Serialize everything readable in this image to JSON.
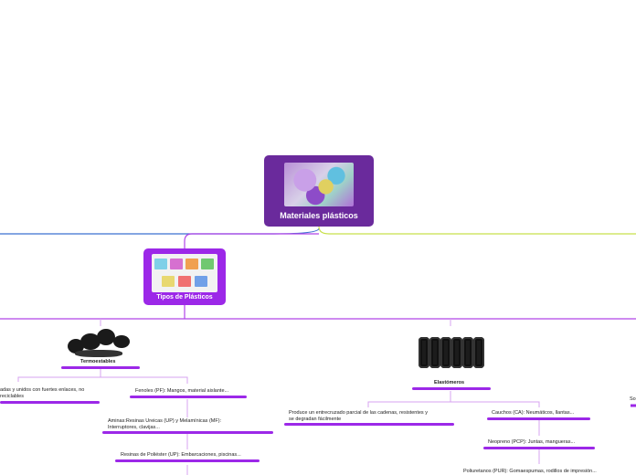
{
  "root": {
    "title": "Materiales plásticos"
  },
  "subtopic": {
    "title": "Tipos de Plásticos"
  },
  "termoestables": {
    "title": "Termoestables",
    "nodes": [
      "adas y unidos con fuertes enlaces, no",
      "reciclables",
      "Fenoles (PF): Mangos, material aislante...",
      "Aminas:Resinas Ureicas (UP) y Melamínicas (MF):",
      "Interruptores, clavijas...",
      "Resinas de Poliéster (UP): Embarcaciones, piscinas..."
    ]
  },
  "elastomeros": {
    "title": "Elastómeros",
    "nodes": [
      "Produce un entrecruzado parcial de las cadenas, resistentes y",
      "se degradan fácilmente",
      "Cauchos (CA): Neumáticos, llantas...",
      "Neopreno (PCP): Juntas, mangueras...",
      "Poliuretanos (PUR): Gomaespumas, rodillos de impresión..."
    ]
  },
  "edge_label": "So",
  "colors": {
    "root": "#6a2a9c",
    "subtopic": "#9c28e8",
    "branch_blue": "#3b6fd1",
    "branch_lime": "#c8e04a",
    "branch_purple": "#b044e8"
  }
}
